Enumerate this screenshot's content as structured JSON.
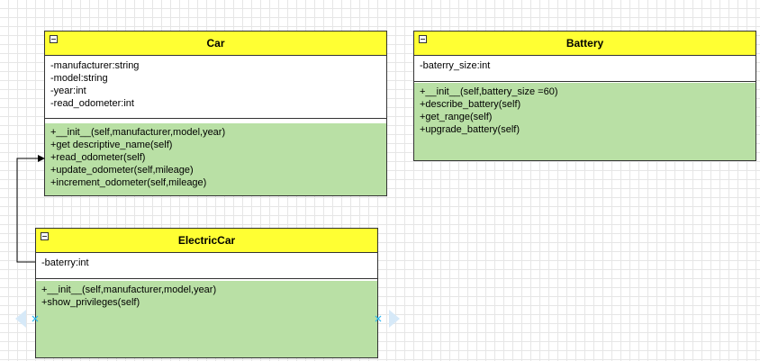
{
  "classes": {
    "car": {
      "name": "Car",
      "attributes": [
        "-manufacturer:string",
        "-model:string",
        "-year:int",
        "-read_odometer:int"
      ],
      "operations": [
        "+__init__(self,manufacturer,model,year)",
        "+get descriptive_name(self)",
        "+read_odometer(self)",
        "+update_odometer(self,mileage)",
        "+increment_odometer(self,mileage)"
      ]
    },
    "battery": {
      "name": "Battery",
      "attributes": [
        "-baterry_size:int"
      ],
      "operations": [
        "+__init__(self,battery_size =60)",
        "+describe_battery(self)",
        "+get_range(self)",
        "+upgrade_battery(self)"
      ]
    },
    "electric_car": {
      "name": "ElectricCar",
      "attributes": [
        "-baterry:int"
      ],
      "operations": [
        "+__init__(self,manufacturer,model,year)",
        "+show_privileges(self)"
      ]
    }
  },
  "colors": {
    "header": "#ffff33",
    "operations": "#b9e0a5",
    "border": "#333333",
    "grid": "#e6e6e6",
    "selection_handle": "#29b6f2"
  }
}
